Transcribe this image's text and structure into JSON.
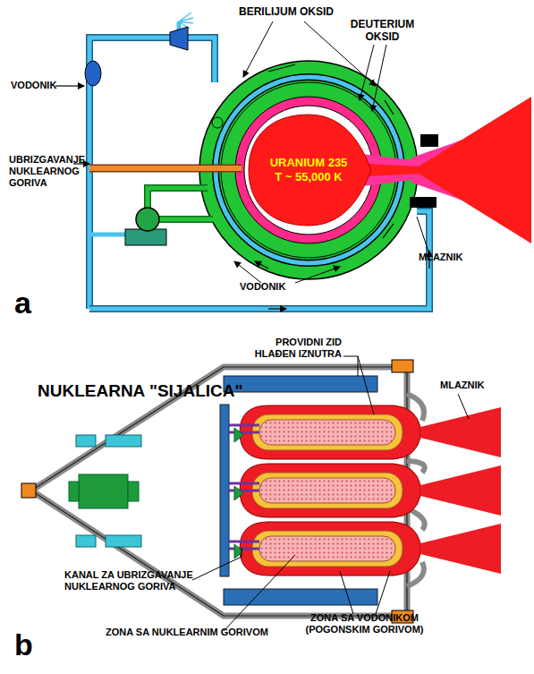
{
  "diagram": {
    "nodes": [
      {
        "text": [
          "URANIUM 235",
          "T ~ 55,000 K"
        ]
      }
    ],
    "labels": [
      "BERILIJUM OKSID",
      "DEUTERIUM OKSID",
      "VODONIK",
      "UBRIZGAVANJE NUKLEARNOG GORIVA",
      "MLAZNIK",
      "VODONIK",
      "a",
      "NUKLEARNA \"SIJALICA\"",
      "PROVIDNI ZID HLAĐEN IZNUTRA",
      "MLAZNIK",
      "KANAL ZA UBRIZGAVANJE NUKLEARNOG GORIVA",
      "ZONA SA NUKLEARNIM GORIVOM",
      "ZONA SA VODONIKOM (POGONSKIM GORIVOM)",
      "b"
    ]
  }
}
